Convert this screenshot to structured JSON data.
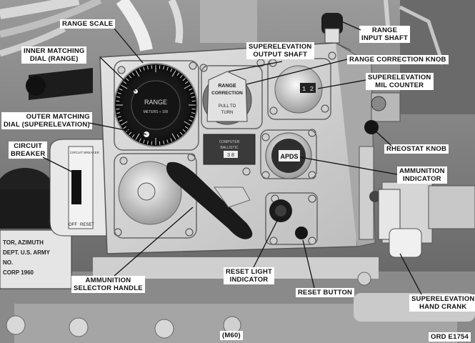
{
  "labels": {
    "range_scale": "RANGE SCALE",
    "inner_matching_dial": [
      "INNER MATCHING",
      "DIAL (RANGE)"
    ],
    "superelevation_output_shaft": [
      "SUPERELEVATION",
      "OUTPUT SHAFT"
    ],
    "range_input_shaft": [
      "RANGE",
      "INPUT SHAFT"
    ],
    "range_correction_knob": "RANGE CORRECTION KNOB",
    "superelevation_mil_counter": [
      "SUPERELEVATION",
      "MIL COUNTER"
    ],
    "outer_matching_dial": [
      "OUTER MATCHING",
      "DIAL (SUPERELEVATION)"
    ],
    "circuit_breaker": [
      "CIRCUIT",
      "BREAKER"
    ],
    "rheostat_knob": "RHEOSTAT KNOB",
    "ammunition_indicator": [
      "AMMUNITION",
      "INDICATOR"
    ],
    "ammunition_selector_handle": [
      "AMMUNITION",
      "SELECTOR HANDLE"
    ],
    "reset_light_indicator": [
      "RESET LIGHT",
      "INDICATOR"
    ],
    "reset_button": "RESET BUTTON",
    "superelevation_hand_crank": [
      "SUPERELEVATION",
      "HAND CRANK"
    ]
  },
  "photo_text": {
    "dial_range": "RANGE",
    "dial_units": "METERS ÷ 100",
    "knob_range": "RANGE",
    "knob_correction": "CORRECTION",
    "knob_pull": "PULL TO",
    "knob_turn": "TURN",
    "counter_value": "1 2",
    "ammo_value": "APDS",
    "plate_number": "3 8",
    "plate_line1": "COMPUTER",
    "plate_line2": "BALLISTIC",
    "left_plate_line1": "TOR, AZIMUTH",
    "left_plate_line2": "DEPT. U.S. ARMY",
    "left_plate_line3": "NO.",
    "left_plate_line4": "CORP   1960",
    "cb_label": "CIRCUIT BREAKER",
    "cb_off": "OFF",
    "cb_reset": "RESET"
  },
  "caption": {
    "model": "(M60)",
    "ref": "ORD E1754"
  }
}
